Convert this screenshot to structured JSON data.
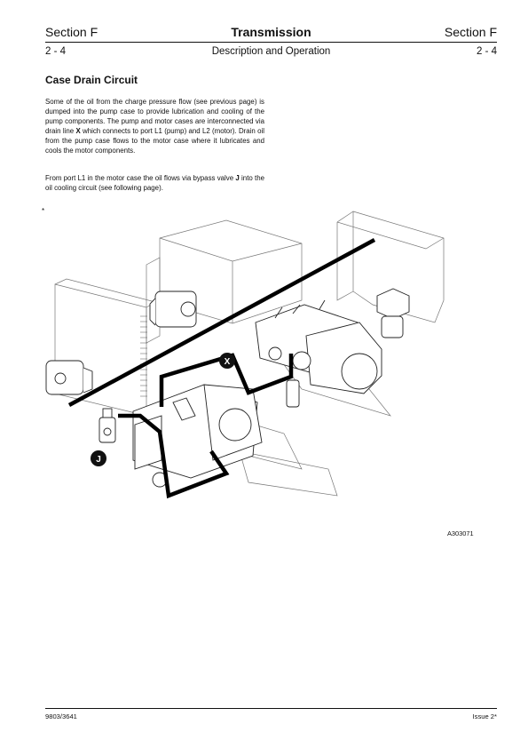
{
  "header": {
    "section_left": "Section F",
    "title": "Transmission",
    "section_right": "Section F",
    "page_left": "2 - 4",
    "subtitle": "Description and Operation",
    "page_right": "2 - 4"
  },
  "content": {
    "heading": "Case Drain Circuit",
    "para1_a": "Some of the oil from the charge pressure flow (see previous page) is dumped into the pump case to provide lubrication and cooling of the pump components. The pump and motor cases are interconnected via drain line ",
    "para1_x": "X",
    "para1_b": " which connects to port L1 (pump) and L2 (motor). Drain oil from the pump case flows to the motor case where it lubricates and cools the motor components.",
    "para2_a": "From port L1 in the motor case the oil flows via bypass valve ",
    "para2_j": "J",
    "para2_b": " into the oil cooling circuit (see following page)."
  },
  "figure": {
    "label_x": "X",
    "label_j": "J",
    "ref": "A303071",
    "mark": "*"
  },
  "footer": {
    "doc_number": "9803/3641",
    "issue": "Issue 2*"
  }
}
